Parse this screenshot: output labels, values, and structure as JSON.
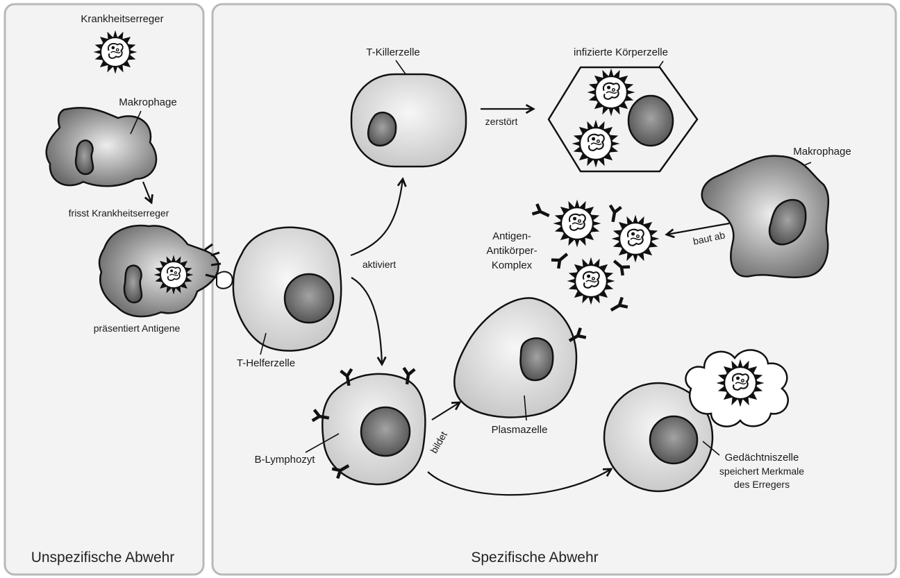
{
  "sections": {
    "unspecific": "Unspezifische Abwehr",
    "specific": "Spezifische Abwehr"
  },
  "labels": {
    "pathogen": "Krankheitserreger",
    "macrophage_left": "Makrophage",
    "eats_pathogen": "frisst Krankheitserreger",
    "presents_antigens": "präsentiert Antigene",
    "t_killer": "T-Killerzelle",
    "destroys": "zerstört",
    "infected_cell": "infizierte Körperzelle",
    "macrophage_right": "Makrophage",
    "breaks_down": "baut ab",
    "complex": [
      "Antigen-",
      "Antikörper-",
      "Komplex"
    ],
    "activates": "aktiviert",
    "t_helper": "T-Helferzelle",
    "b_lymphocyte": "B-Lymphozyt",
    "forms": "bildet",
    "plasma_cell": "Plasmazelle",
    "memory_cell": [
      "Gedächtniszelle",
      "speichert Merkmale",
      "des Erregers"
    ]
  },
  "colors": {
    "panel_border": "#b8b8b8",
    "panel_fill": "#f3f3f3",
    "cell_fill": "#d9d9d9",
    "macrophage_dark": "#6f6f6f",
    "nucleus": "#7a7a7a",
    "line": "#111111"
  }
}
